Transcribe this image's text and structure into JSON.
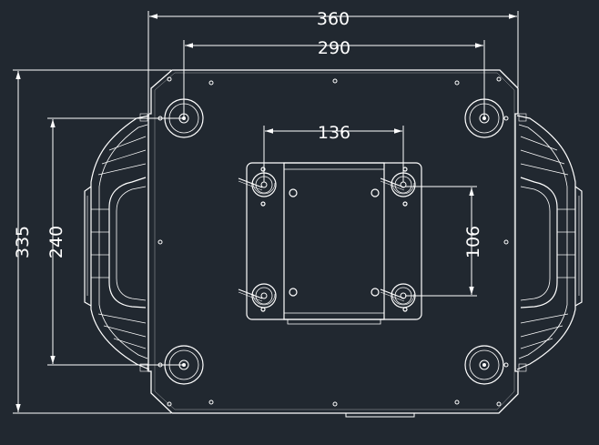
{
  "colors": {
    "background": "#212830",
    "lines": "#ffffff"
  },
  "dimensions": {
    "overall_width": "360",
    "mount_hole_width": "290",
    "bracket_hole_width": "136",
    "overall_depth": "335",
    "mount_hole_depth": "240",
    "bracket_hole_depth": "106"
  }
}
